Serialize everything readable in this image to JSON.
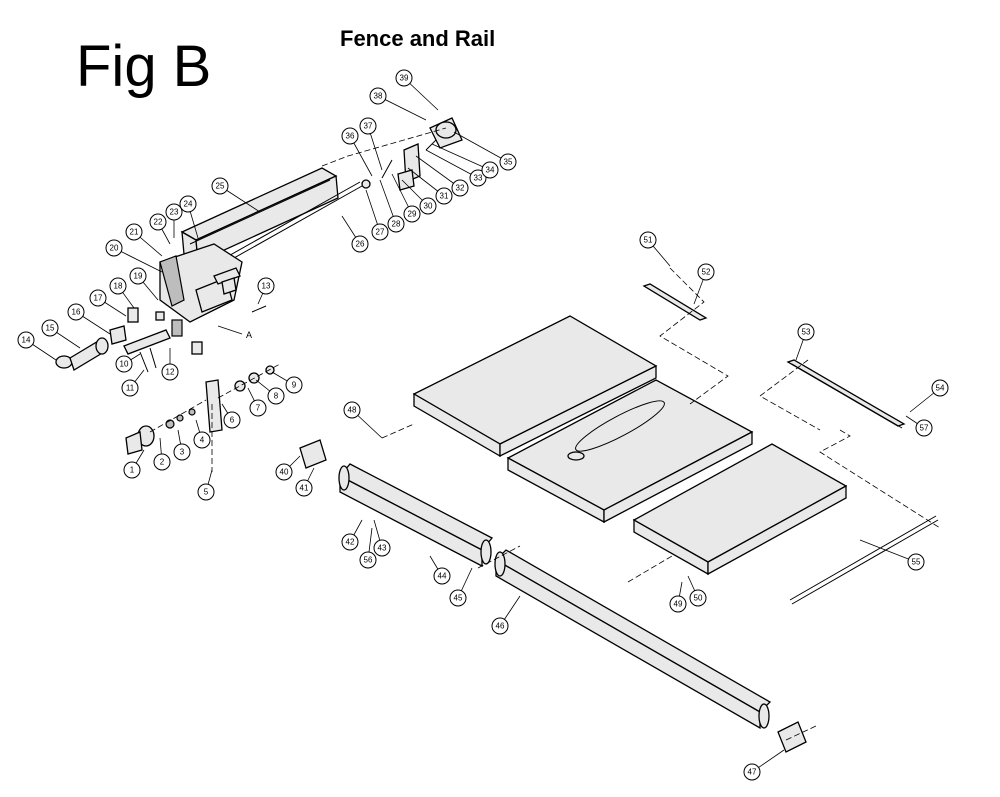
{
  "figure": {
    "label": "Fig B",
    "title": "Fence and Rail"
  },
  "marker_a": "A",
  "callouts": [
    "1",
    "2",
    "3",
    "4",
    "5",
    "6",
    "7",
    "8",
    "9",
    "10",
    "11",
    "12",
    "13",
    "14",
    "15",
    "16",
    "17",
    "18",
    "19",
    "20",
    "21",
    "22",
    "23",
    "24",
    "25",
    "26",
    "27",
    "28",
    "29",
    "30",
    "31",
    "32",
    "33",
    "34",
    "35",
    "36",
    "37",
    "38",
    "39",
    "40",
    "41",
    "42",
    "43",
    "44",
    "45",
    "46",
    "47",
    "48",
    "49",
    "50",
    "51",
    "52",
    "53",
    "54",
    "55",
    "56",
    "57"
  ]
}
